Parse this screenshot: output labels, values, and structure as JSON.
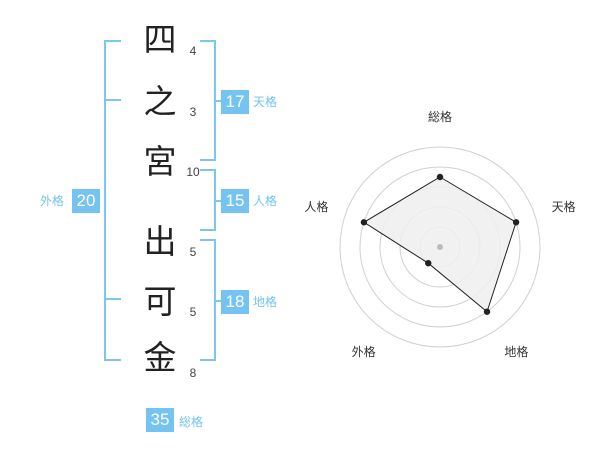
{
  "name": {
    "characters": [
      {
        "char": "四",
        "strokes": "4"
      },
      {
        "char": "之",
        "strokes": "3"
      },
      {
        "char": "宮",
        "strokes": "10"
      },
      {
        "char": "出",
        "strokes": "5"
      },
      {
        "char": "可",
        "strokes": "5"
      },
      {
        "char": "金",
        "strokes": "8"
      }
    ]
  },
  "kakusu": {
    "tenkaku": {
      "value": "17",
      "label": "天格"
    },
    "jinkaku": {
      "value": "15",
      "label": "人格"
    },
    "chikaku": {
      "value": "18",
      "label": "地格"
    },
    "gaikaku": {
      "value": "20",
      "label": "外格"
    },
    "soukaku": {
      "value": "35",
      "label": "総格"
    }
  },
  "chart_data": {
    "type": "radar",
    "axes": [
      "総格",
      "天格",
      "地格",
      "外格",
      "人格"
    ],
    "series": [
      {
        "values": [
          0.7,
          0.8,
          0.8,
          0.2,
          0.8
        ]
      }
    ],
    "range": [
      0,
      1
    ],
    "rings": 5,
    "colors": {
      "ring": "#d0d0d0",
      "fill": "#eeeeee",
      "line": "#222222",
      "center": "#bbbbbb"
    }
  }
}
